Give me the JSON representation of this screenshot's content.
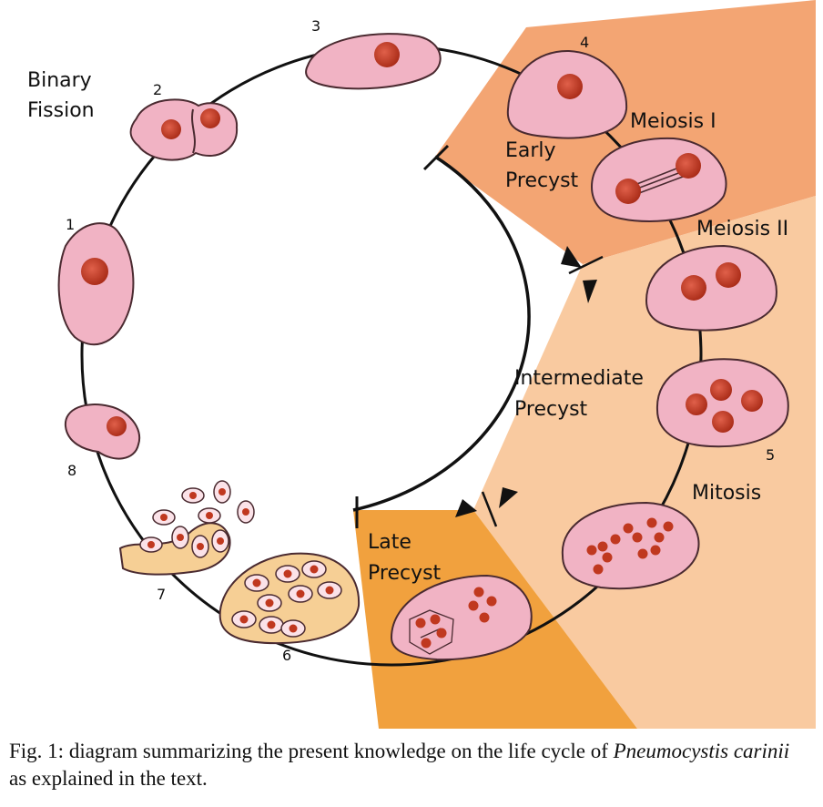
{
  "labels": {
    "binary": "Binary",
    "fission": "Fission",
    "meiosis1": "Meiosis I",
    "meiosis2": "Meiosis II",
    "mitosis": "Mitosis",
    "early1": "Early",
    "early2": "Precyst",
    "inter1": "Intermediate",
    "inter2": "Precyst",
    "late1": "Late",
    "late2": "Precyst"
  },
  "stages": {
    "s1": "1",
    "s2": "2",
    "s3": "3",
    "s4": "4",
    "s5": "5",
    "s6": "6",
    "s7": "7",
    "s8": "8"
  },
  "caption": {
    "prefix": "Fig. 1: diagram summarizing the present knowledge on the life cycle of ",
    "species": "Pneumocystis carinii",
    "suffix": " as explained in the text."
  },
  "colors": {
    "cell_fill": "#f1b3c4",
    "cell_stroke": "#4a2a30",
    "nucleus": "#c0381f",
    "cyst_fill": "#f6cf95",
    "zone_early": "#f3a573",
    "zone_intermediate": "#f9caa0",
    "zone_late": "#f1a13e"
  }
}
